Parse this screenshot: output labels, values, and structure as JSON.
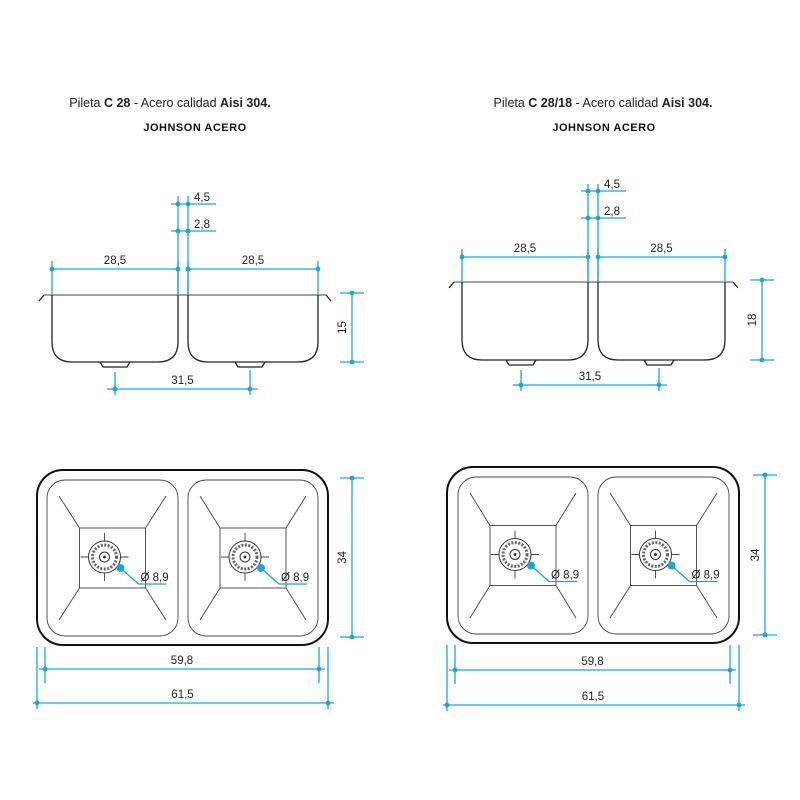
{
  "colors": {
    "dimension": "#1ba6d6",
    "outline": "#222222"
  },
  "panels": [
    {
      "title_prefix": "Pileta ",
      "model": "C 28",
      "title_mid": " - Acero calidad ",
      "grade": "Aisi 304.",
      "brand": "JOHNSON ACERO",
      "dims": {
        "rim_top": "4,5",
        "rim_inner": "2,8",
        "basin_left": "28,5",
        "basin_right": "28,5",
        "depth": "15",
        "drain_spacing": "31,5",
        "drain_left": "Ø 8,9",
        "drain_right": "Ø 8,9",
        "height": "34",
        "inner_width": "59,8",
        "outer_width": "61,5"
      }
    },
    {
      "title_prefix": "Pileta ",
      "model": "C 28/18",
      "title_mid": " - Acero calidad ",
      "grade": "Aisi 304.",
      "brand": "JOHNSON ACERO",
      "dims": {
        "rim_top": "4,5",
        "rim_inner": "2,8",
        "basin_left": "28,5",
        "basin_right": "28,5",
        "depth": "18",
        "drain_spacing": "31,5",
        "drain_left": "Ø 8,9",
        "drain_right": "Ø 8,9",
        "height": "34",
        "inner_width": "59,8",
        "outer_width": "61,5"
      }
    }
  ]
}
